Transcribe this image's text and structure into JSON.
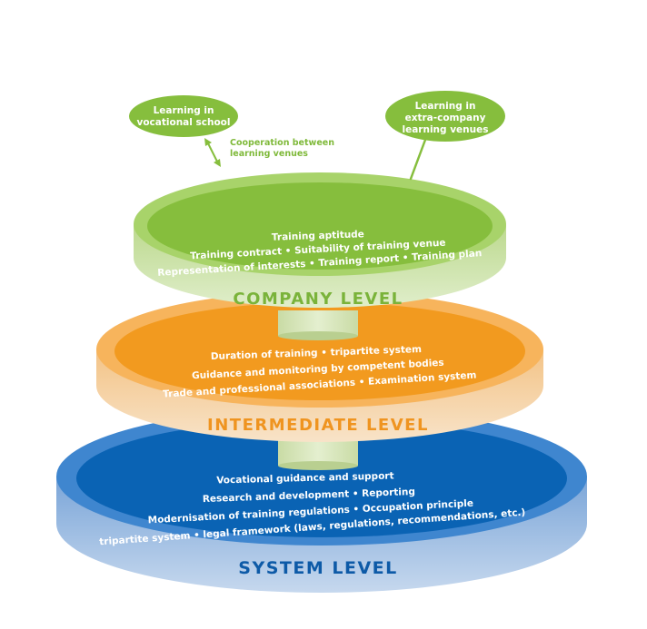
{
  "levels": {
    "system": {
      "label": "SYSTEM LEVEL",
      "lines": [
        "Vocational guidance and support",
        "Research and development • Reporting",
        "Modernisation of training regulations • Occupation principle",
        "tripartite system • legal framework (laws, regulations, recommendations, etc.)"
      ],
      "colors": {
        "top": "#0a63b4",
        "rim": "#3f86cf",
        "side": "#a7c4e6",
        "label": "#0d5aa7"
      }
    },
    "intermediate": {
      "label": "INTERMEDIATE LEVEL",
      "lines": [
        "Duration of training • tripartite system",
        "Guidance and monitoring by competent bodies",
        "Trade and professional associations • Examination system"
      ],
      "colors": {
        "top": "#f29a1f",
        "rim": "#f7b45c",
        "side": "#f6d6ac",
        "label": "#ef9420"
      }
    },
    "company": {
      "label": "COMPANY LEVEL",
      "lines": [
        "Training aptitude",
        "Training contract • Suitability of training venue",
        "Representation of interests • Training report • Training plan"
      ],
      "colors": {
        "top": "#86be3d",
        "rim": "#a8d36a",
        "side": "#d3e6b4",
        "label": "#7ab33a"
      }
    }
  },
  "bubbles": {
    "vocational_school": {
      "lines": [
        "Learning in",
        "vocational school"
      ]
    },
    "extra_company": {
      "lines": [
        "Learning in",
        "extra-company",
        "learning venues"
      ]
    }
  },
  "cooperation": {
    "lines": [
      "Cooperation between",
      "learning venues"
    ]
  }
}
